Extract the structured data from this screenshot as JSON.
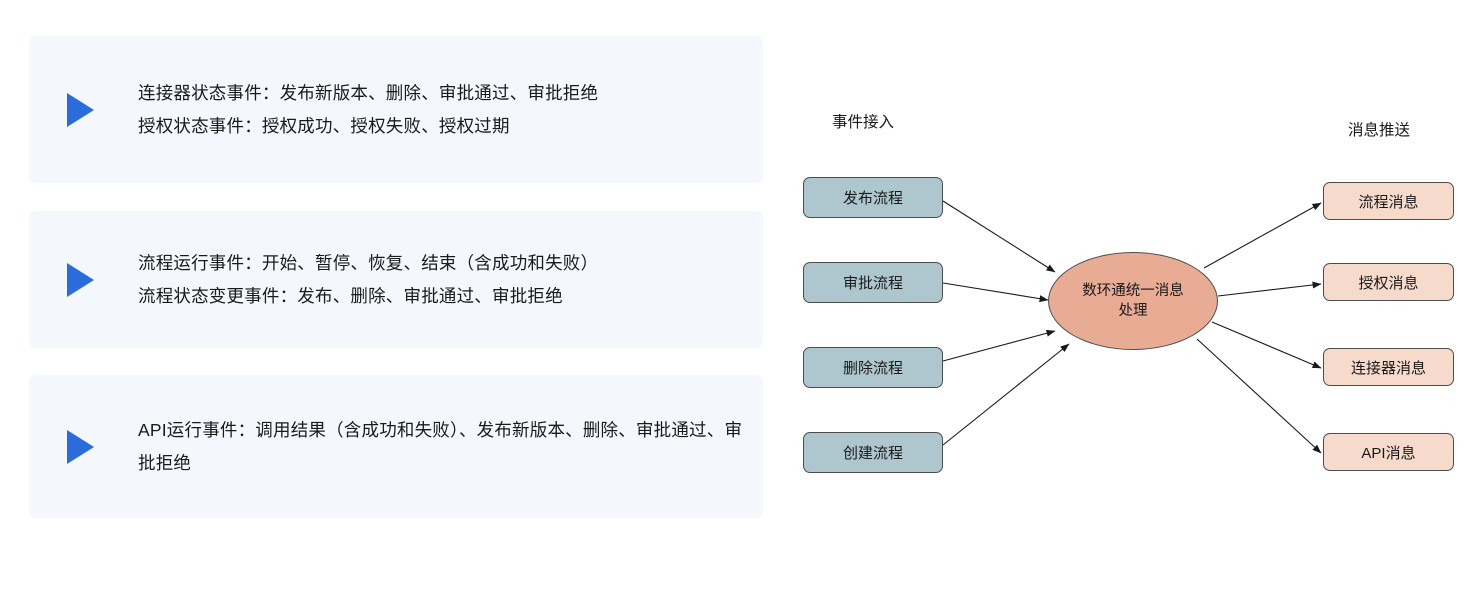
{
  "bullets": [
    {
      "marker": "triangle-right",
      "lines": [
        "连接器状态事件：发布新版本、删除、审批通过、审批拒绝",
        "授权状态事件：授权成功、授权失败、授权过期"
      ]
    },
    {
      "marker": "triangle-right",
      "lines": [
        "流程运行事件：开始、暂停、恢复、结束（含成功和失败）",
        "流程状态变更事件：发布、删除、审批通过、审批拒绝"
      ]
    },
    {
      "marker": "triangle-right",
      "lines": [
        "API运行事件：调用结果（含成功和失败）、发布新版本、删除、审批通过、审批拒绝"
      ]
    }
  ],
  "diagram": {
    "headings": {
      "left": "事件接入",
      "right": "消息推送"
    },
    "sources": [
      {
        "label": "发布流程"
      },
      {
        "label": "审批流程"
      },
      {
        "label": "删除流程"
      },
      {
        "label": "创建流程"
      }
    ],
    "hub": {
      "line1": "数环通统一消息",
      "line2": "处理"
    },
    "sinks": [
      {
        "label": "流程消息"
      },
      {
        "label": "授权消息"
      },
      {
        "label": "连接器消息"
      },
      {
        "label": "API消息"
      }
    ],
    "colors": {
      "source_fill": "#aec7ce",
      "sink_fill": "#f6dbcc",
      "hub_fill": "#e8ac94",
      "stroke": "#4d4d4d",
      "panel_bg": "#f4f7fc",
      "marker_blue": "#2b6cdd"
    }
  }
}
